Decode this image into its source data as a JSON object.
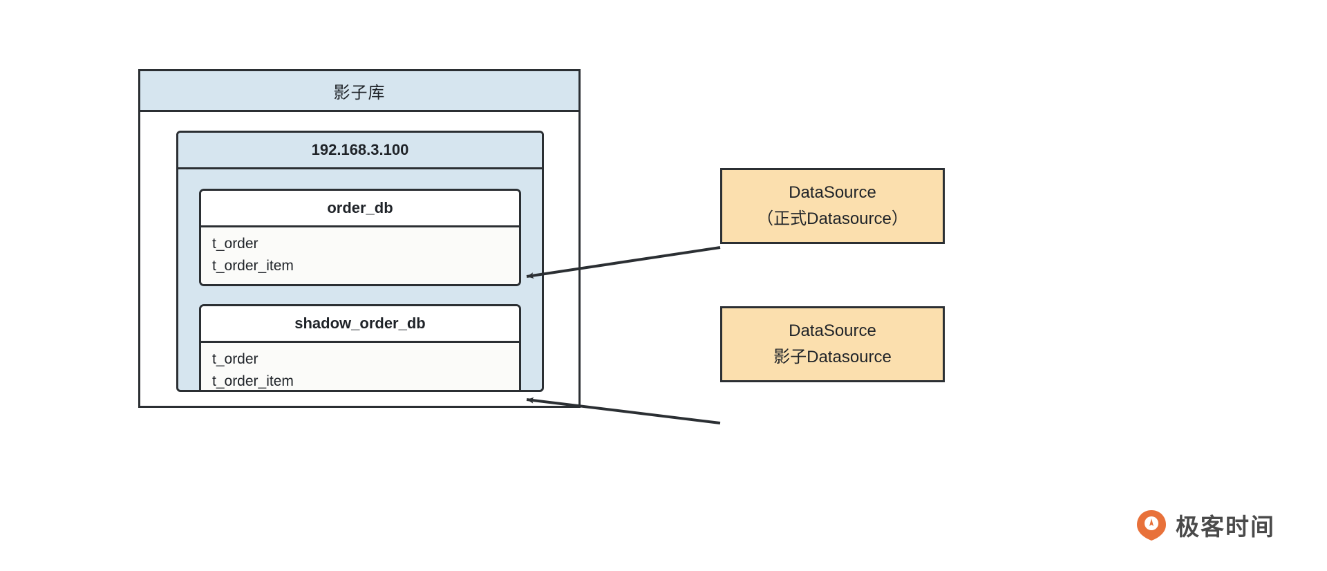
{
  "diagram": {
    "shadow_library": {
      "title": "影子库",
      "host": {
        "title": "192.168.3.100",
        "databases": [
          {
            "name": "order_db",
            "tables": [
              "t_order",
              "t_order_item"
            ]
          },
          {
            "name": "shadow_order_db",
            "tables": [
              "t_order",
              "t_order_item"
            ]
          }
        ]
      }
    },
    "datasources": [
      {
        "line1": "DataSource",
        "line2": "（正式Datasource）"
      },
      {
        "line1": "DataSource",
        "line2": "影子Datasource"
      }
    ],
    "connectors": [
      {
        "name": "arrow-to-order-db"
      },
      {
        "name": "arrow-to-shadow-order-db"
      }
    ]
  },
  "brand": {
    "name": "极客时间",
    "mark_color": "#e8713a"
  },
  "colors": {
    "panel_blue": "#d6e5ef",
    "datasource_orange": "#fbdfae",
    "stroke": "#2b2f33",
    "card_white": "#ffffff"
  }
}
